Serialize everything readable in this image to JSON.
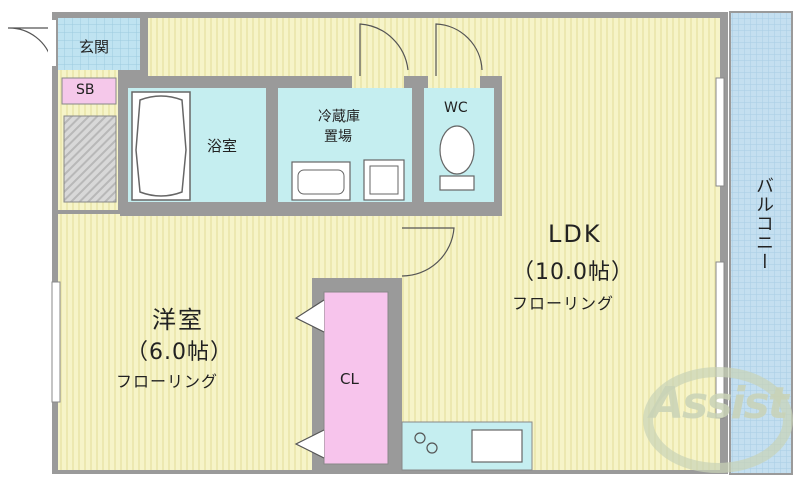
{
  "rooms": {
    "genkan": "玄関",
    "sb": "SB",
    "bath": "浴室",
    "fridge_line1": "冷蔵庫",
    "fridge_line2": "置場",
    "wc": "WC",
    "ldk_name": "LDK",
    "ldk_size": "（10.0帖）",
    "ldk_floor": "フローリング",
    "western_name": "洋室",
    "western_size": "（6.0帖）",
    "western_floor": "フローリング",
    "closet": "CL",
    "balcony": "バルコニー"
  },
  "logo": {
    "text": "Assist"
  },
  "colors": {
    "wall": "#9a9a9a",
    "floor": "#f6f4c8",
    "floor_stripe": "#e9e5a8",
    "wet": "#c5eef0",
    "entry": "#bfe3f1",
    "sb": "#f5c8ea",
    "closet": "#f7c4ec",
    "balcony": "#c4dff0",
    "logo": "#c9d3b7"
  }
}
